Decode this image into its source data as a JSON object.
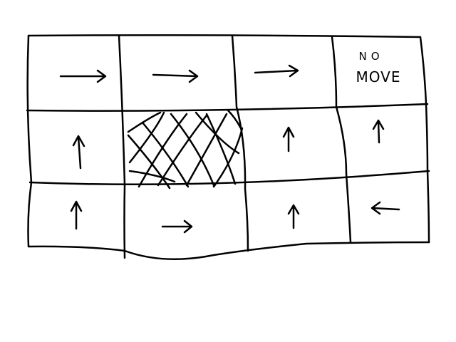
{
  "diagram": {
    "type": "gridworld-policy",
    "rows": 3,
    "cols": 4,
    "line_color": "#000000",
    "background": "#ffffff",
    "cells": [
      [
        {
          "action": "right"
        },
        {
          "action": "right"
        },
        {
          "action": "right"
        },
        {
          "action": "none",
          "label_line1": "NO",
          "label_line2": "MOVE"
        }
      ],
      [
        {
          "action": "up"
        },
        {
          "action": "blocked"
        },
        {
          "action": "up"
        },
        {
          "action": "up"
        }
      ],
      [
        {
          "action": "up"
        },
        {
          "action": "right"
        },
        {
          "action": "up"
        },
        {
          "action": "left"
        }
      ]
    ]
  },
  "terminal_cell": {
    "line1": "NO",
    "line2": "MOVE"
  }
}
